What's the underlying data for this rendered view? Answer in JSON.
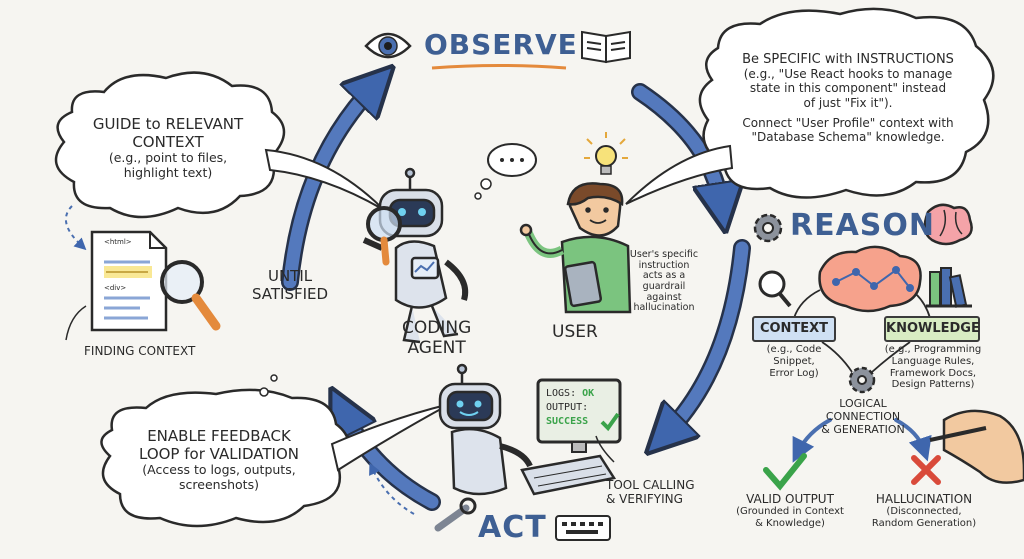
{
  "colors": {
    "accent_blue": "#4a6fb0",
    "blue_light": "#cfe0f3",
    "green": "#d8ecc3",
    "yellow": "#f7e27a",
    "orange": "#e48a3c",
    "red": "#d94a3a"
  },
  "cycle": {
    "observe": "OBSERVE",
    "reason": "REASON",
    "act": "ACT",
    "loop_label": [
      "UNTIL",
      "SATISFIED"
    ]
  },
  "clouds": {
    "guide": [
      "GUIDE to RELEVANT",
      "CONTEXT",
      "(e.g., point to files,",
      "highlight text)"
    ],
    "specific": [
      "Be SPECIFIC with INSTRUCTIONS",
      "(e.g., \"Use React hooks to manage",
      "state in this component\" instead",
      "of just \"Fix it\").",
      "Connect \"User Profile\" context with",
      "\"Database Schema\" knowledge."
    ],
    "feedback": [
      "ENABLE FEEDBACK",
      "LOOP for VALIDATION",
      "(Access to logs, outputs,",
      "screenshots)"
    ]
  },
  "left": {
    "doc_tags": [
      "<html>",
      "<div>"
    ],
    "finding_context": "FINDING CONTEXT"
  },
  "center": {
    "agent": [
      "CODING",
      "AGENT"
    ],
    "user": "USER",
    "guardrail": [
      "User's specific",
      "instruction",
      "acts as a",
      "guardrail",
      "against",
      "hallucination"
    ]
  },
  "act": {
    "monitor_logs_label": "LOGS:",
    "monitor_logs_value": "OK",
    "monitor_output_label": "OUTPUT:",
    "monitor_output_value": "SUCCESS",
    "tool_calling": [
      "TOOL CALLING",
      "& VERIFYING"
    ]
  },
  "reason_panel": {
    "context_box": "CONTEXT",
    "context_desc": [
      "(e.g., Code",
      "Snippet,",
      "Error Log)"
    ],
    "knowledge_box": "KNOWLEDGE",
    "knowledge_desc": [
      "(e.g., Programming",
      "Language Rules,",
      "Framework Docs,",
      "Design Patterns)"
    ],
    "logic": [
      "LOGICAL",
      "CONNECTION",
      "& GENERATION"
    ],
    "valid_title": "VALID OUTPUT",
    "valid_desc": [
      "(Grounded in Context",
      "& Knowledge)"
    ],
    "halluc_title": "HALLUCINATION",
    "halluc_desc": [
      "(Disconnected,",
      "Random Generation)"
    ]
  }
}
